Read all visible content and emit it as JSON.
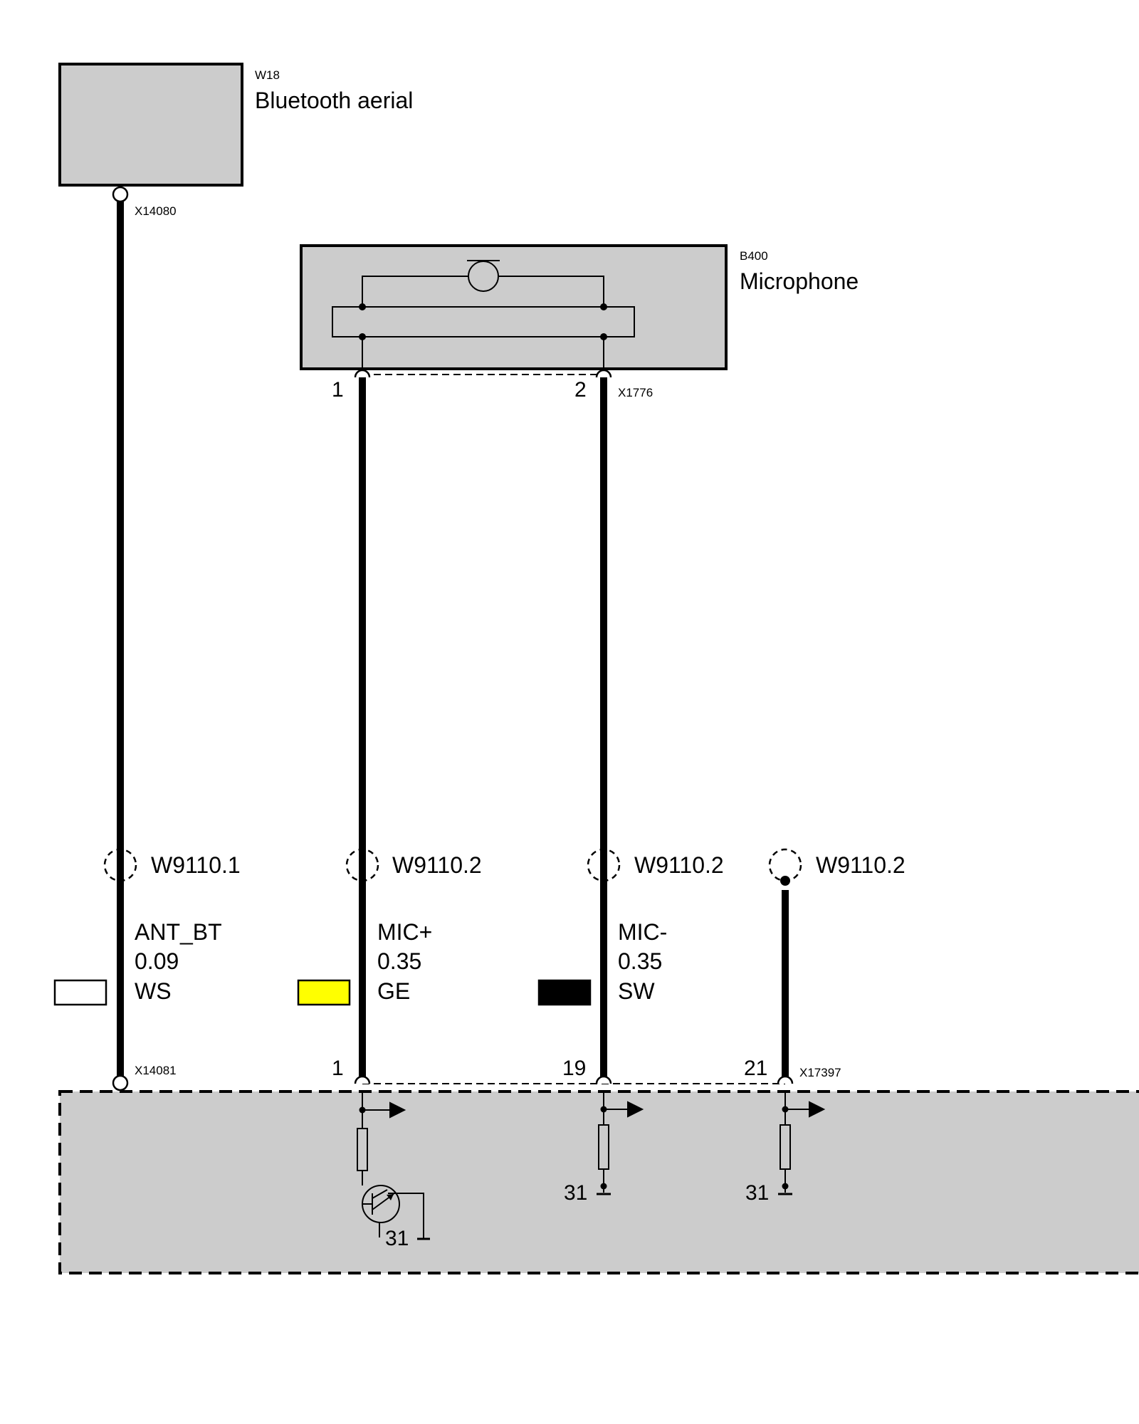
{
  "colors": {
    "component_fill": "#cccccc",
    "wire": "#000000",
    "swatch_ws": "#ffffff",
    "swatch_ge": "#ffff00",
    "swatch_sw": "#000000"
  },
  "components": {
    "bluetooth_aerial": {
      "id": "W18",
      "name": "Bluetooth aerial",
      "connector": "X14080"
    },
    "microphone": {
      "id": "B400",
      "name": "Microphone",
      "connector": "X1776",
      "pin_1": "1",
      "pin_2": "2"
    }
  },
  "wires": [
    {
      "splice": "W9110.1",
      "signal": "ANT_BT",
      "cross_section": "0.09",
      "color_code": "WS",
      "end_connector": "X14081"
    },
    {
      "splice": "W9110.2",
      "signal": "MIC+",
      "cross_section": "0.35",
      "color_code": "GE",
      "end_pin": "1"
    },
    {
      "splice": "W9110.2",
      "signal": "MIC-",
      "cross_section": "0.35",
      "color_code": "SW",
      "end_pin": "19"
    },
    {
      "splice": "W9110.2",
      "end_pin": "21",
      "end_connector": "X17397"
    }
  ],
  "grounds": {
    "mic_plus": "31",
    "mic_minus": "31",
    "pin_21": "31"
  }
}
